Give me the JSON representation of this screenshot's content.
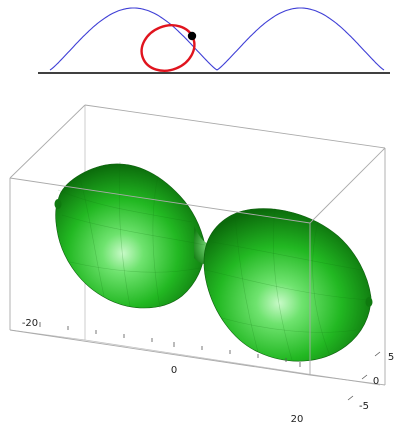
{
  "profile_curve": {
    "curve_color": "#3f3fd6",
    "baseline_color": "#000000",
    "circle_color": "#e0141e",
    "point_color": "#000000"
  },
  "surface_plot": {
    "surface_color": "#1fbf1f",
    "surface_highlight": "#8ff08f",
    "surface_shadow": "#0a6e0a",
    "box_color": "#b0b0b0",
    "x_ticks": [
      "-20",
      "0",
      "20"
    ],
    "y_ticks": [
      "5",
      "0",
      "-5"
    ]
  }
}
